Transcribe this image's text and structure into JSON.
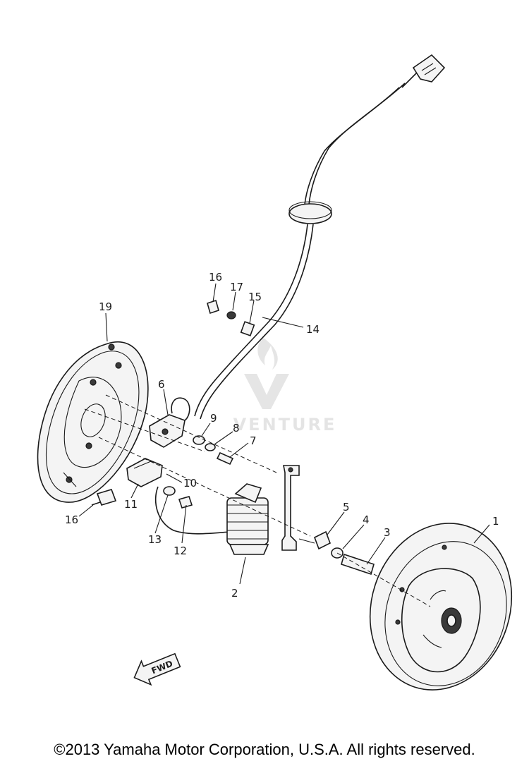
{
  "callouts": [
    {
      "id": "1",
      "label": "1"
    },
    {
      "id": "2",
      "label": "2"
    },
    {
      "id": "3",
      "label": "3"
    },
    {
      "id": "4",
      "label": "4"
    },
    {
      "id": "5",
      "label": "5"
    },
    {
      "id": "6",
      "label": "6"
    },
    {
      "id": "7",
      "label": "7"
    },
    {
      "id": "8",
      "label": "8"
    },
    {
      "id": "9",
      "label": "9"
    },
    {
      "id": "10",
      "label": "10"
    },
    {
      "id": "11",
      "label": "11"
    },
    {
      "id": "12",
      "label": "12"
    },
    {
      "id": "13",
      "label": "13"
    },
    {
      "id": "14",
      "label": "14"
    },
    {
      "id": "15",
      "label": "15"
    },
    {
      "id": "16a",
      "label": "16"
    },
    {
      "id": "16b",
      "label": "16"
    },
    {
      "id": "17",
      "label": "17"
    },
    {
      "id": "19",
      "label": "19"
    }
  ],
  "fwd_label": "FWD",
  "watermark": "VENTURE",
  "copyright": "©2013 Yamaha Motor Corporation, U.S.A. All rights reserved."
}
